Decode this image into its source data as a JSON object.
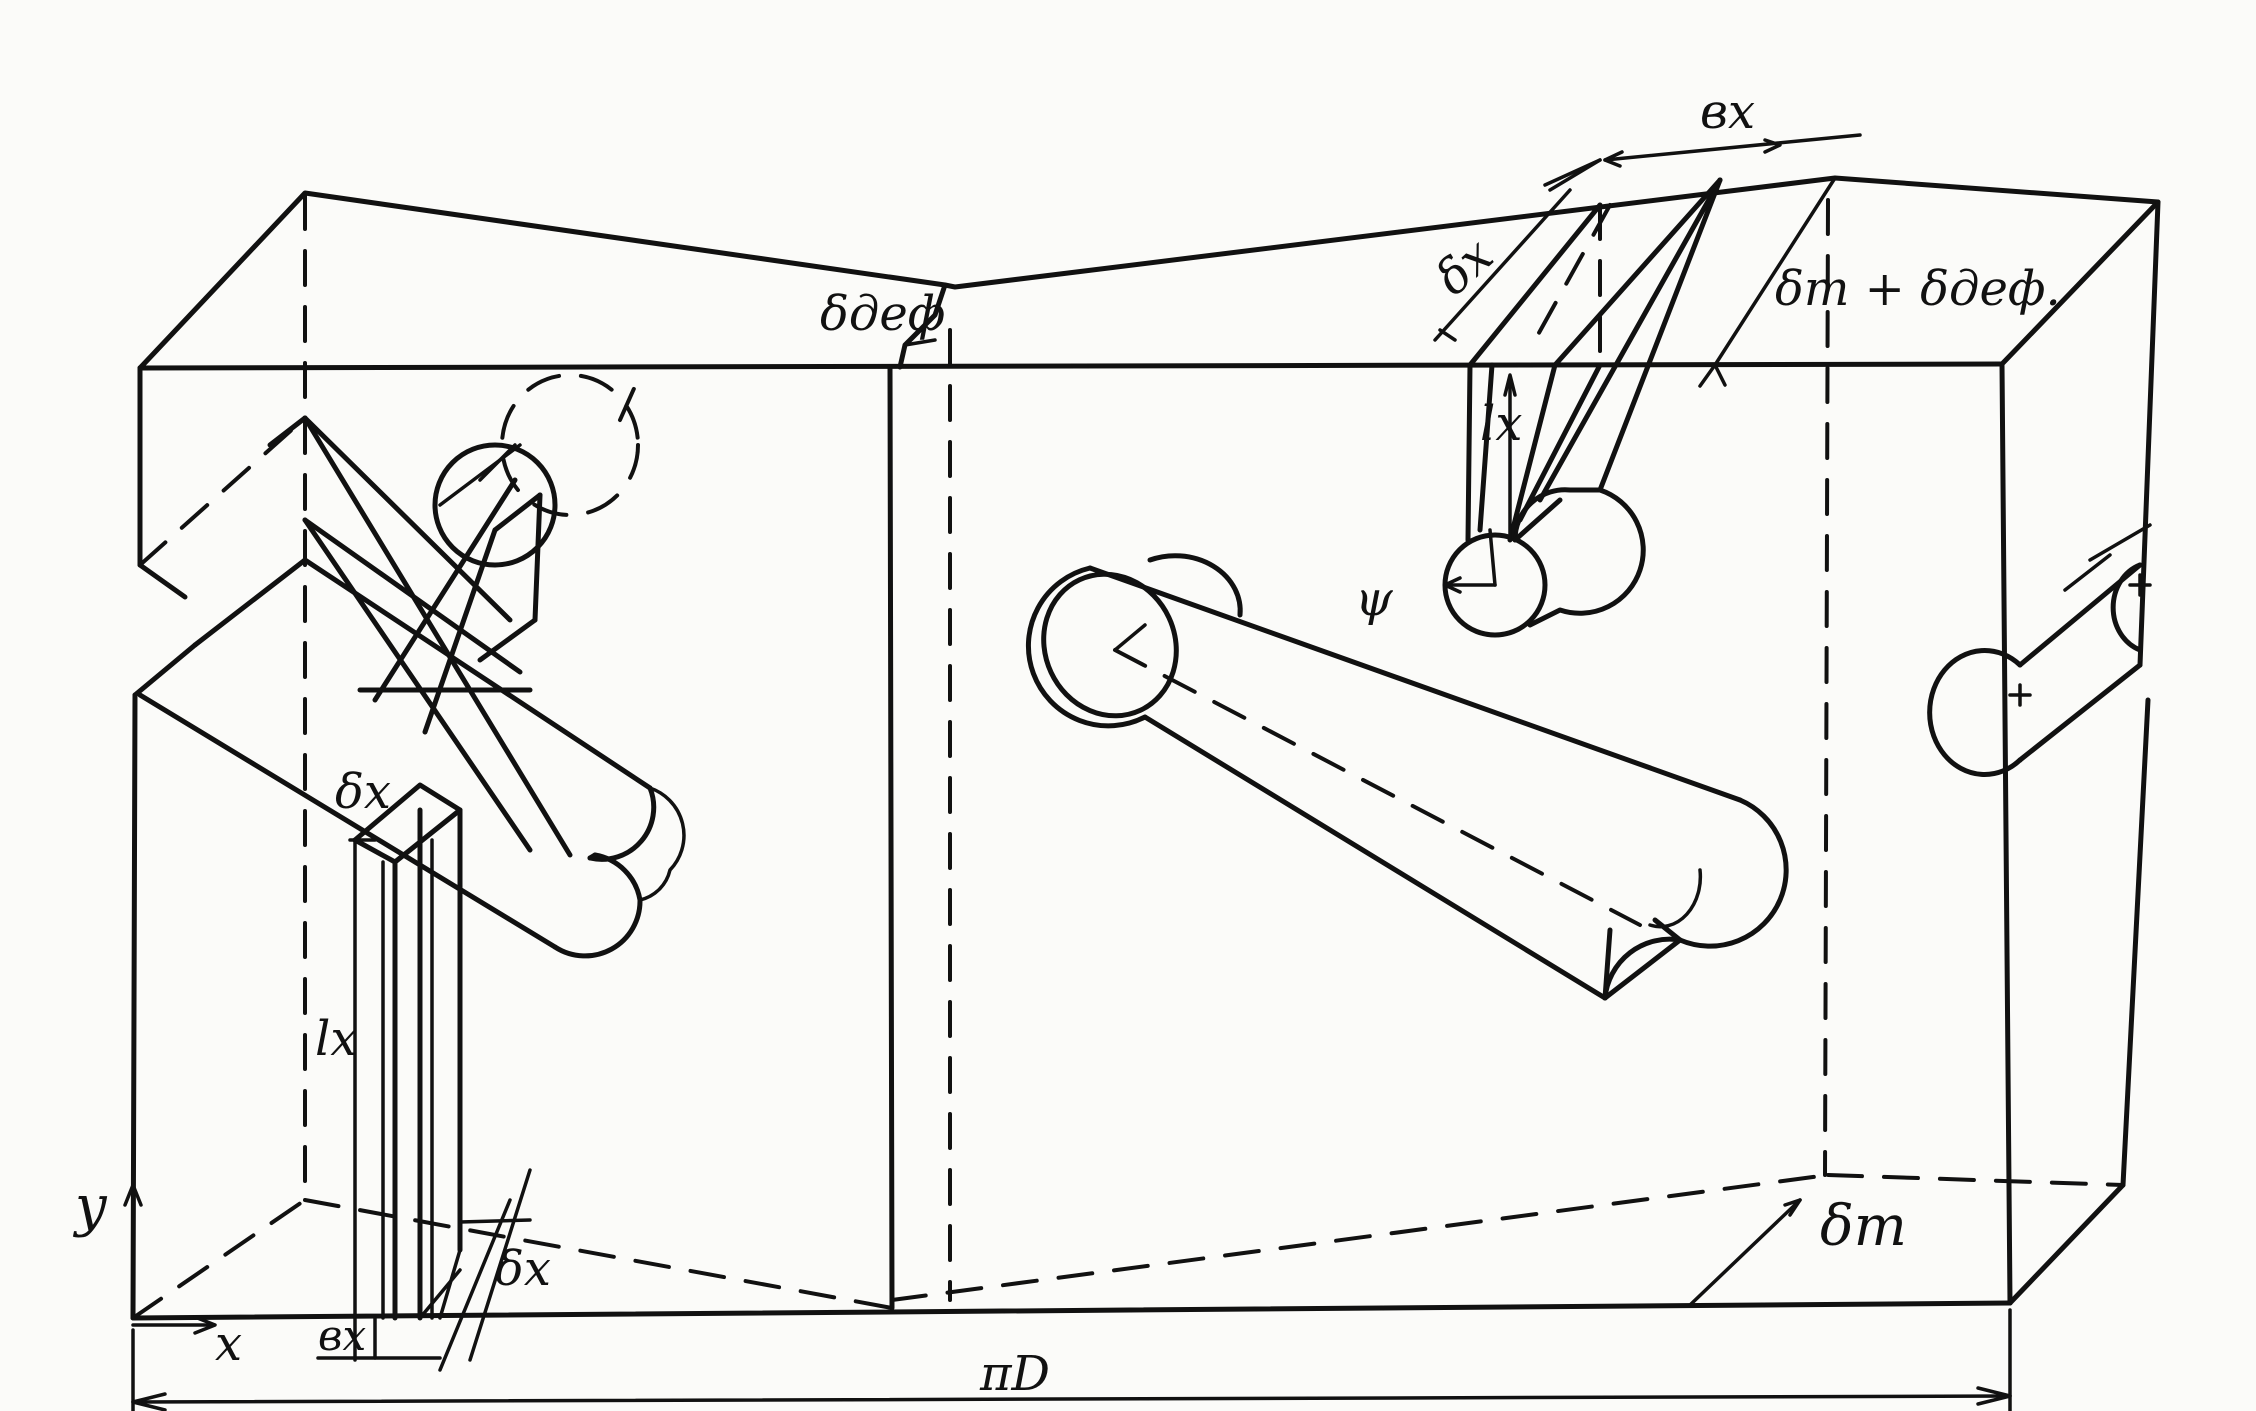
{
  "labels": {
    "b_x_top": "вх",
    "delta_x_top": "δх",
    "delta_t_plus_def": "δт + δдеф.",
    "delta_def": "δдеф",
    "l_x_top": "lх",
    "psi": "ψ",
    "delta_x_left": "δх",
    "l_x_left": "lх",
    "y_axis": "у",
    "x_axis": "х",
    "b_x_bottom": "вх",
    "delta_x_bottom": "δх",
    "delta_t": "δт",
    "pi_d": "πD"
  },
  "colors": {
    "ink": "#111111",
    "paper": "#fbfbf9"
  }
}
